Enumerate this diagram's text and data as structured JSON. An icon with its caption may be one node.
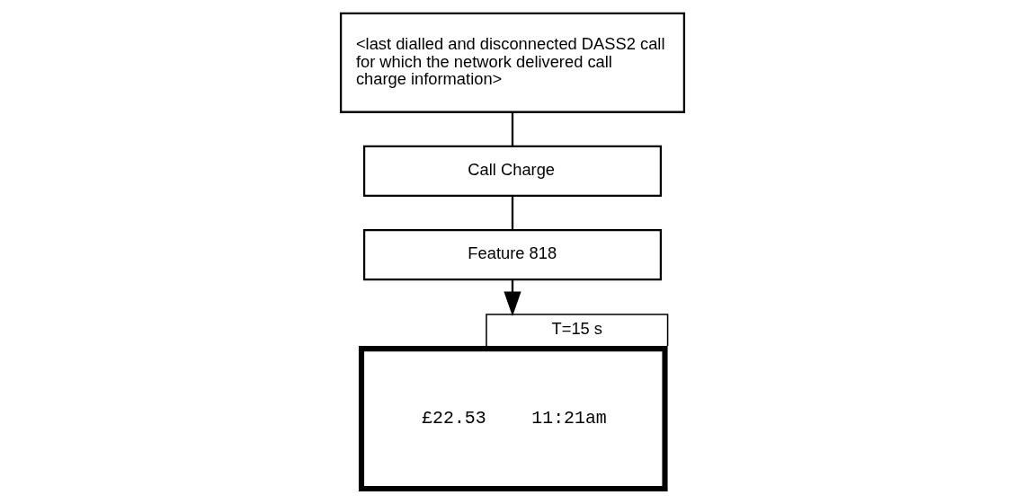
{
  "diagram": {
    "nodes": [
      {
        "text": [
          "<last dialled and disconnected DASS2 call for which the network delivered call charge information>"
        ]
      },
      {
        "text": [
          "Call Charge"
        ]
      },
      {
        "text": [
          "Feature 818"
        ]
      },
      {
        "text": [
          "£22.53",
          "11:21am"
        ],
        "beside": [
          "T=15 s"
        ]
      }
    ],
    "edges": [
      {
        "from": 0,
        "to": 1,
        "arrow": "none"
      },
      {
        "from": 1,
        "to": 2,
        "arrow": "none"
      },
      {
        "from": 2,
        "to": 3,
        "arrow": "to"
      }
    ]
  }
}
